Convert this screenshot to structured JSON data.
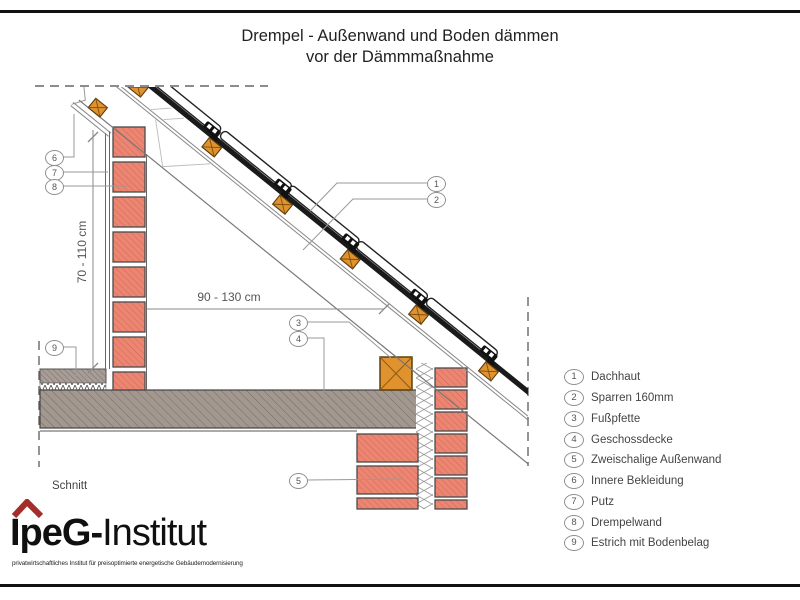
{
  "title": {
    "line1": "Drempel - Außenwand und Boden dämmen",
    "line2": "vor der Dämmmaßnahme"
  },
  "dimensions": {
    "vertical": "70 - 110 cm",
    "horizontal": "90 - 130 cm"
  },
  "section_label": "Schnitt",
  "callouts": [
    "1",
    "2",
    "3",
    "4",
    "5",
    "6",
    "7",
    "8",
    "9"
  ],
  "legend": {
    "items": [
      {
        "num": "1",
        "label": "Dachhaut"
      },
      {
        "num": "2",
        "label": "Sparren 160mm"
      },
      {
        "num": "3",
        "label": "Fußpfette"
      },
      {
        "num": "4",
        "label": "Geschossdecke"
      },
      {
        "num": "5",
        "label": "Zweischalige Außenwand"
      },
      {
        "num": "6",
        "label": "Innere Bekleidung"
      },
      {
        "num": "7",
        "label": "Putz"
      },
      {
        "num": "8",
        "label": "Drempelwand"
      },
      {
        "num": "9",
        "label": "Estrich mit Bodenbelag"
      }
    ]
  },
  "logo": {
    "name_primary": "IpeG-",
    "name_secondary": "Institut",
    "tagline": "privatwirtschaftliches Institut für preisoptimierte energetische Gebäudemodernisierung"
  },
  "colors": {
    "brick": "#ec8672",
    "brick_hatch": "#d06a55",
    "wood": "#e0922f",
    "concrete": "#a3988f",
    "accent_red": "#a32e2a",
    "line_dark": "#3a3a3a"
  }
}
